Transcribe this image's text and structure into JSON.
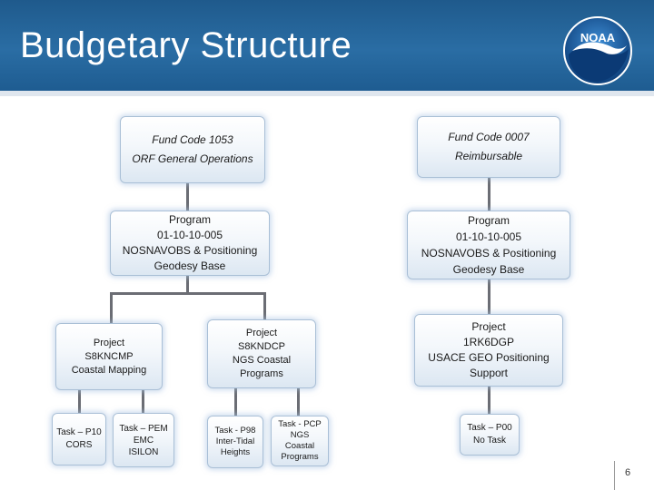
{
  "header": {
    "title": "Budgetary Structure",
    "logo_text": "NOAA"
  },
  "boxes": {
    "fund_1053": {
      "line1": "Fund Code 1053",
      "line2": "ORF General Operations"
    },
    "fund_0007": {
      "line1": "Fund Code 0007",
      "line2": "Reimbursable"
    },
    "program_left": {
      "line1": "Program",
      "line2": "01-10-10-005",
      "line3": "NOSNAVOBS & Positioning",
      "line4": "Geodesy Base"
    },
    "program_right": {
      "line1": "Program",
      "line2": "01-10-10-005",
      "line3": "NOSNAVOBS & Positioning",
      "line4": "Geodesy Base"
    },
    "project_s8kncmp": {
      "line1": "Project",
      "line2": "S8KNCMP",
      "line3": "Coastal Mapping"
    },
    "project_s8kndcp": {
      "line1": "Project",
      "line2": "S8KNDCP",
      "line3": "NGS Coastal",
      "line4": "Programs"
    },
    "project_1rk6dgp": {
      "line1": "Project",
      "line2": "1RK6DGP",
      "line3": "USACE GEO Positioning",
      "line4": "Support"
    },
    "task_p10": {
      "line1": "Task – P10",
      "line2": "CORS"
    },
    "task_pem": {
      "line1": "Task – PEM",
      "line2": "EMC",
      "line3": "ISILON"
    },
    "task_p98": {
      "line1": "Task - P98",
      "line2": "Inter-Tidal",
      "line3": "Heights"
    },
    "task_pcp": {
      "line1": "Task - PCP",
      "line2": "NGS",
      "line3": "Coastal",
      "line4": "Programs"
    },
    "task_p00": {
      "line1": "Task – P00",
      "line2": "No Task"
    }
  },
  "footer": {
    "page_number": "6"
  },
  "colors": {
    "header": "#2a6da4",
    "connector": "#6b6d74",
    "box_border": "#a9bfd6"
  }
}
